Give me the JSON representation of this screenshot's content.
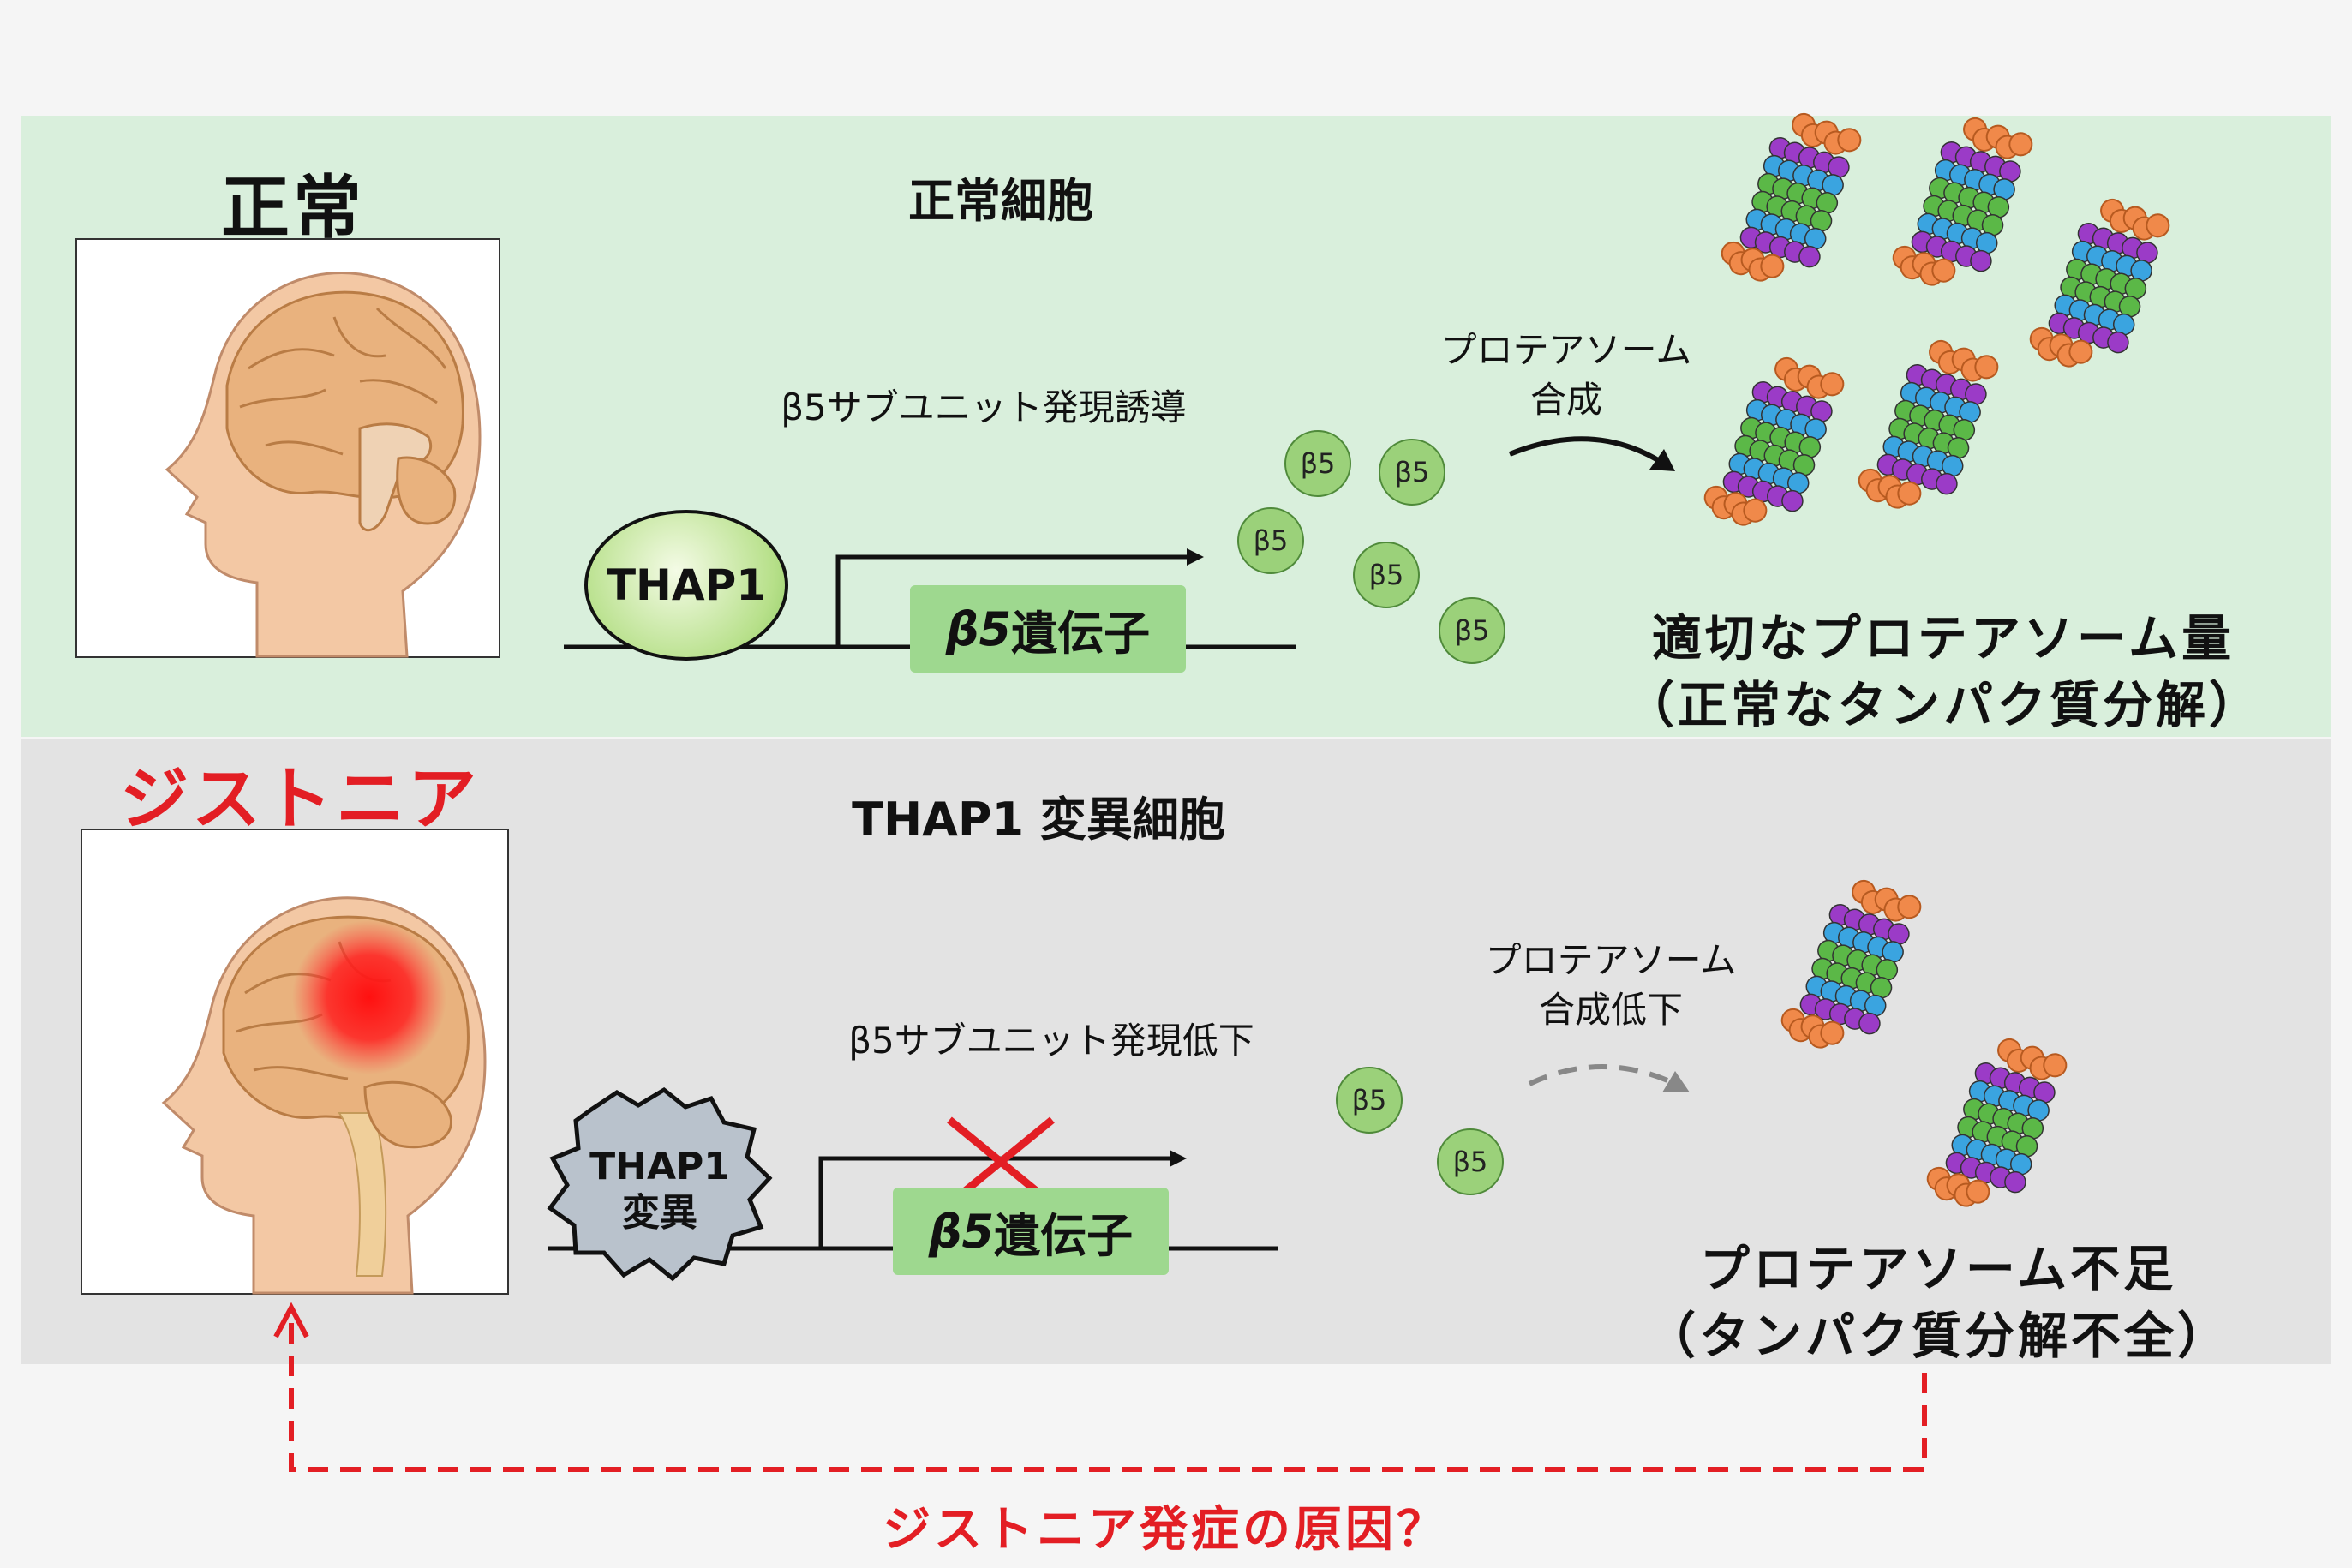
{
  "normal": {
    "label": "正常",
    "cell_title": "正常細胞",
    "induction": "β5サブユニット発現誘導",
    "protein": "THAP1",
    "gene_beta": "β5",
    "gene_word": "遺伝子",
    "subunit": "β5",
    "synthesis_line1": "プロテアソーム",
    "synthesis_line2": "合成",
    "result_line1": "適切なプロテアソーム量",
    "result_line2": "（正常なタンパク質分解）"
  },
  "dystonia": {
    "label": "ジストニア",
    "cell_title": "THAP1 変異細胞",
    "reduction": "β5サブユニット発現低下",
    "protein_line1": "THAP1",
    "protein_line2": "変異",
    "gene_beta": "β5",
    "gene_word": "遺伝子",
    "subunit": "β5",
    "synthesis_line1": "プロテアソーム",
    "synthesis_line2": "合成低下",
    "result_line1": "プロテアソーム不足",
    "result_line2": "（タンパク質分解不全）"
  },
  "cause_question": "ジストニア発症の原因？",
  "colors": {
    "normal_panel": "#d9efdc",
    "dystonia_panel": "#e3e3e3",
    "accent_red": "#e31e24",
    "subunit_green": "#9bd17a",
    "gene_green": "#9ed88f"
  }
}
